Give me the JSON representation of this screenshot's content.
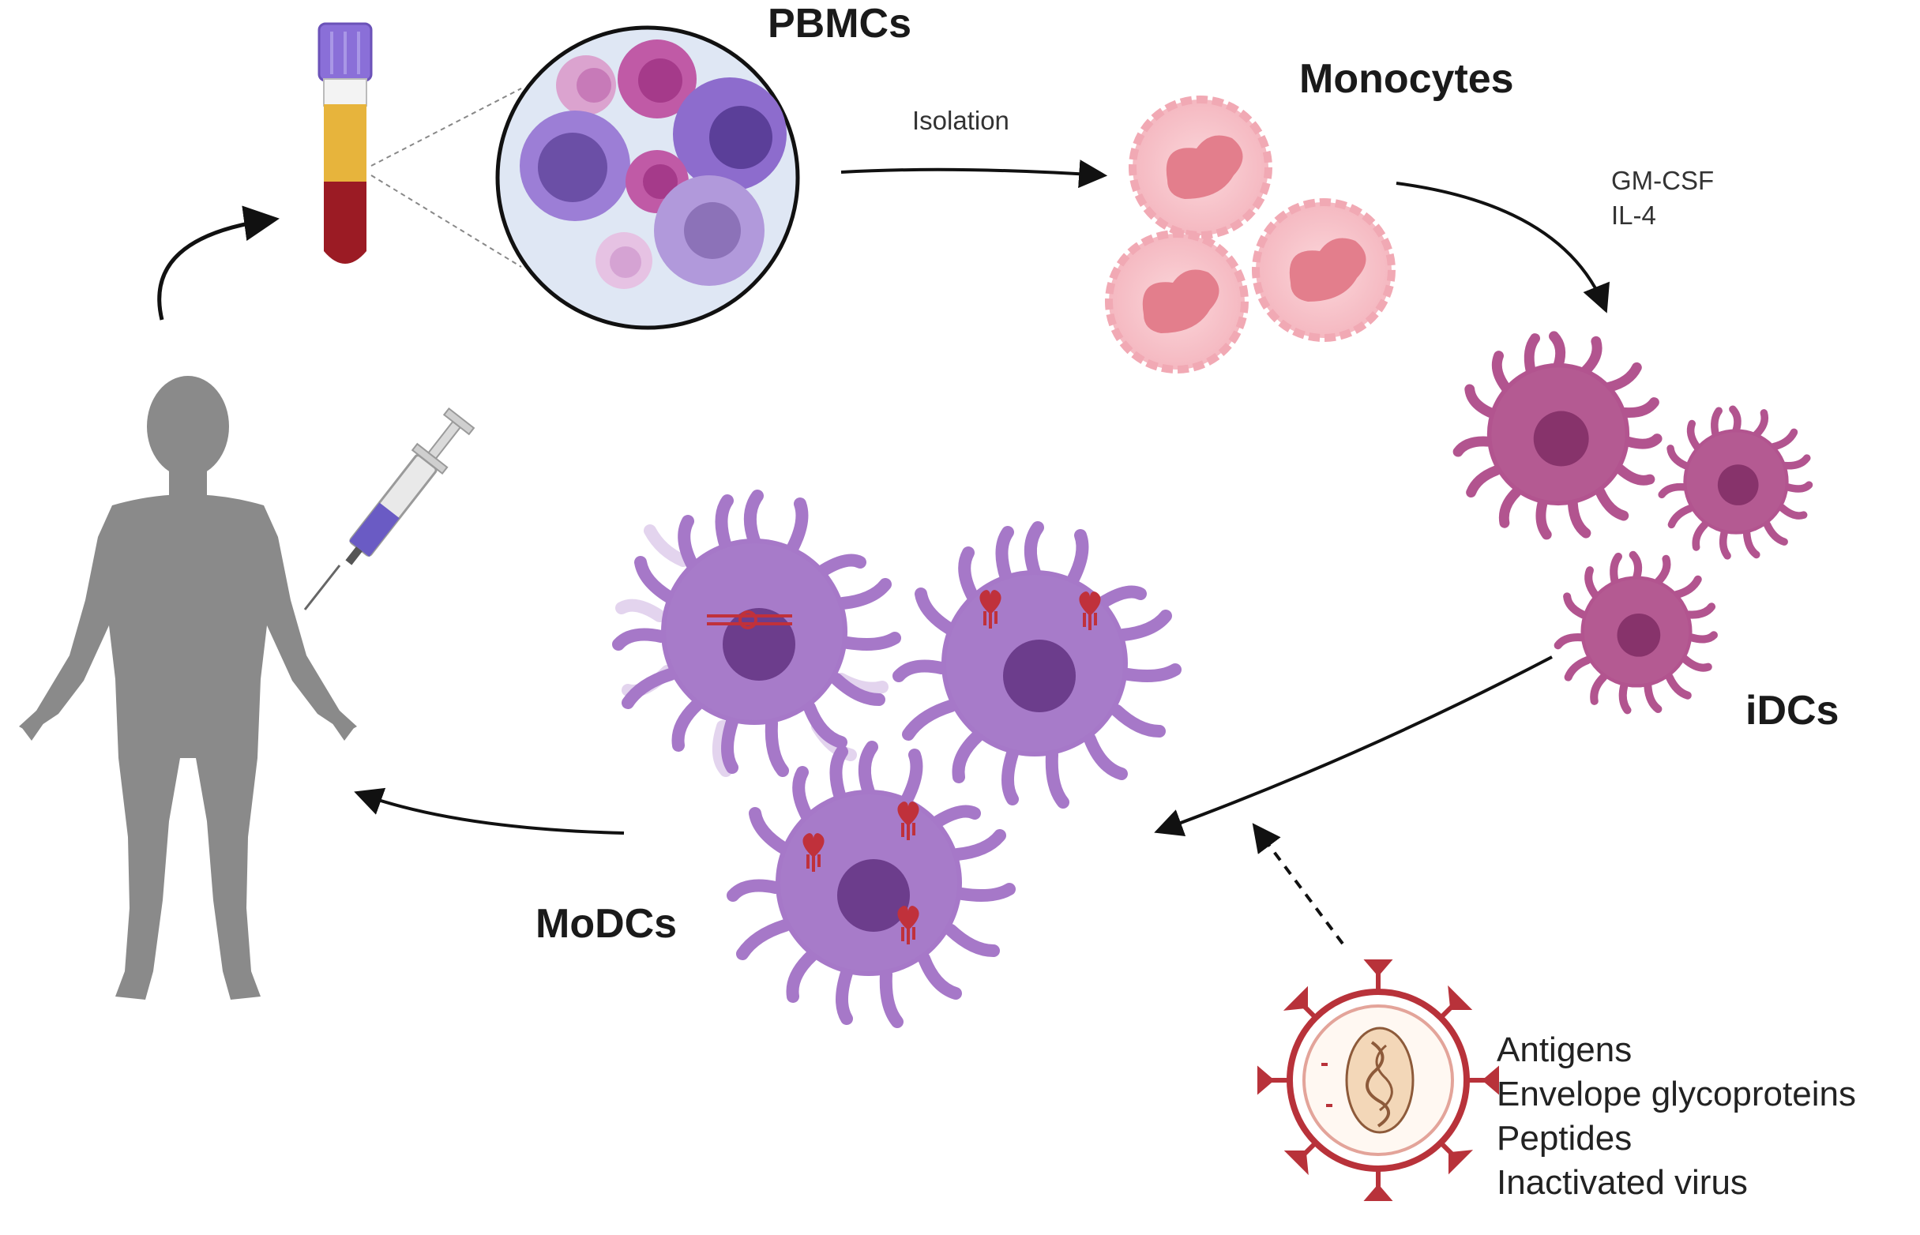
{
  "labels": {
    "pbmcs": "PBMCs",
    "monocytes": "Monocytes",
    "idcs": "iDCs",
    "modcs": "MoDCs",
    "isolation": "Isolation",
    "cytokine_1": "GM-CSF",
    "cytokine_2": "IL-4"
  },
  "antigen_sources": [
    "Antigens",
    "Envelope glycoproteins",
    "Peptides",
    "Inactivated virus"
  ],
  "colors": {
    "human": "#8a8a8a",
    "monocyte": "#f2b8c0",
    "idc": "#b2548f",
    "modc": "#a678c8",
    "virus": "#b8323a",
    "blood_plasma": "#e7b43c",
    "blood_red": "#9b1b24",
    "tube_cap": "#8a6fd8"
  }
}
